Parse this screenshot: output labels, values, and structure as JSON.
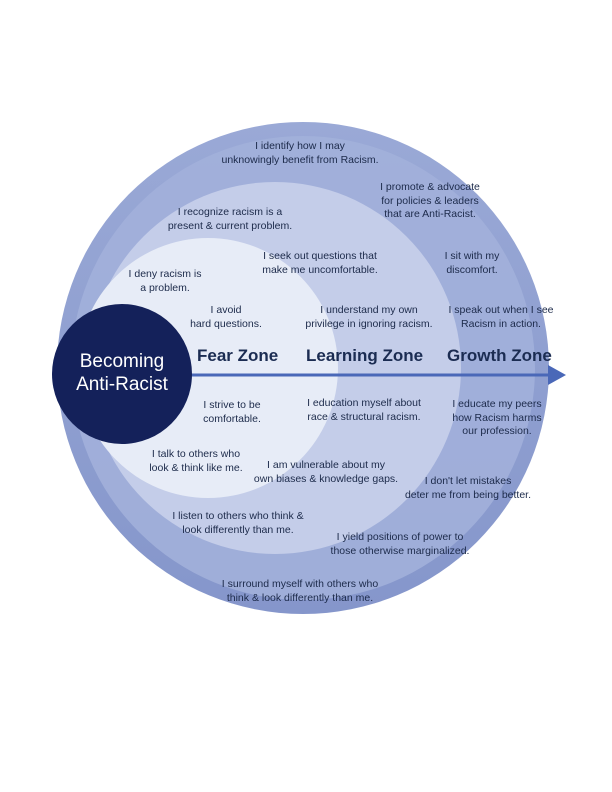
{
  "core": {
    "label": "Becoming\nAnti-Racist"
  },
  "zones": {
    "fear": "Fear Zone",
    "learning": "Learning Zone",
    "growth": "Growth Zone"
  },
  "statements": {
    "benefit": "I identify how I may\nunknowingly benefit from Racism.",
    "advocate": "I promote & advocate\nfor policies & leaders\nthat are Anti-Racist.",
    "recognize": "I recognize racism is a\npresent & current problem.",
    "seek": "I seek out questions that\nmake me uncomfortable.",
    "sit": "I sit with my\ndiscomfort.",
    "deny": "I deny racism is\na problem.",
    "avoid": "I avoid\nhard questions.",
    "privilege": "I understand my own\nprivilege in ignoring racism.",
    "speak": "I speak out when I see\nRacism in action.",
    "comfortable": "I strive to be\ncomfortable.",
    "educate_self": "I education myself about\nrace & structural racism.",
    "educate_peers": "I educate my peers\nhow Racism harms\nour profession.",
    "talk": "I talk to others who\nlook & think like me.",
    "vulnerable": "I am vulnerable about my\nown biases & knowledge gaps.",
    "mistakes": "I don't let mistakes\ndeter me from being better.",
    "listen": "I listen to others who think &\nlook differently than me.",
    "yield": "I yield positions of power to\nthose otherwise marginalized.",
    "surround": "I surround myself with others who\nthink & look differently than me."
  },
  "colors": {
    "outer_ring": "#8e9fd0",
    "growth_ring": "#a3b1da",
    "learning_ring": "#c6d0ea",
    "fear_ring": "#e6ebf6",
    "core": "#14215a",
    "arrow": "#4a68b8",
    "text": "#1c2a4a"
  }
}
